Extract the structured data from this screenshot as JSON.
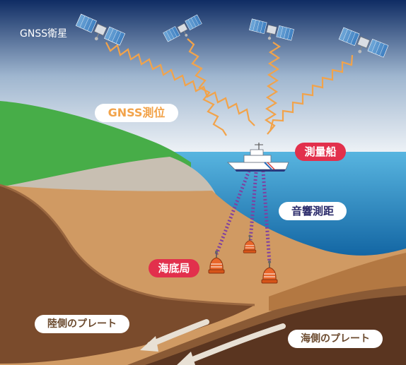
{
  "labels": {
    "gnss_satellite": "GNSS衛星",
    "gnss_positioning": "GNSS測位",
    "survey_ship": "測量船",
    "acoustic_ranging": "音響測距",
    "seafloor_station": "海底局",
    "land_plate": "陸側のプレート",
    "ocean_plate": "海側のプレート"
  },
  "colors": {
    "sky_top": "#0f2c63",
    "sky_bottom": "#ffffff",
    "sea": "#1d80c0",
    "signal_wave": "#f2a34a",
    "acoustic_ray": "#7f3fa0",
    "station": "#e9662a",
    "highlight_label": "#e2304c"
  },
  "icons": [
    "satellite-icon",
    "ship-icon",
    "seafloor-station-icon",
    "plate-motion-arrow-icon"
  ]
}
